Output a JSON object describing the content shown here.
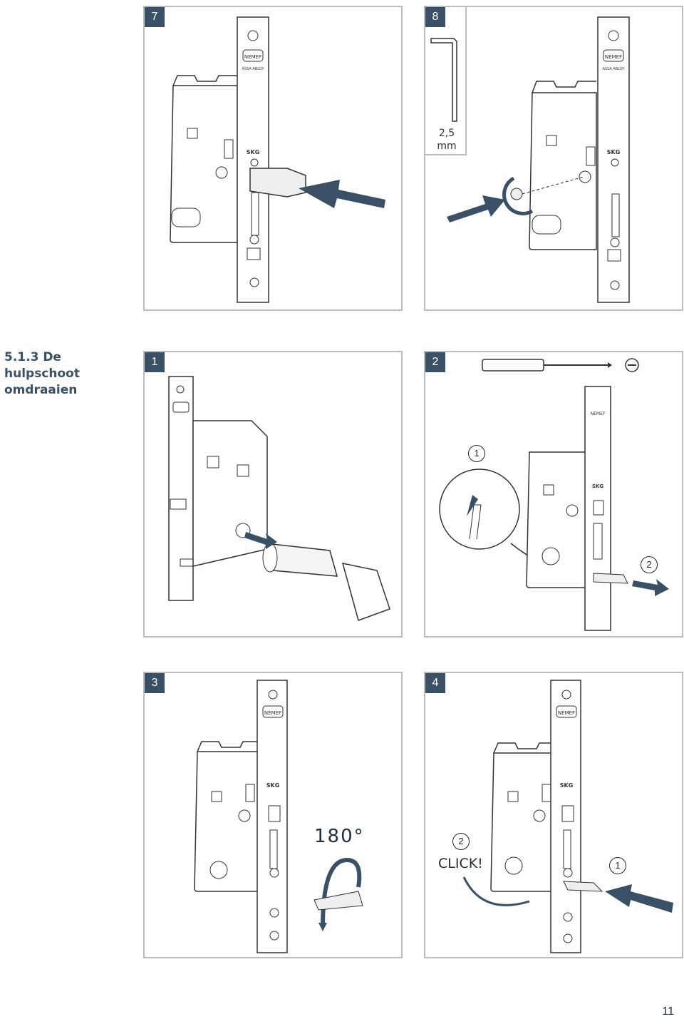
{
  "section": {
    "title": "5.1.3 De hulpschoot omdraaien"
  },
  "page_number": "11",
  "brand": {
    "logo_text": "NEMEF",
    "sub_text": "ASSA ABLOY",
    "mark_text": "SKG"
  },
  "colors": {
    "accent": "#3a5066",
    "frame": "#b9bdc1",
    "line": "#333333"
  },
  "panels": [
    {
      "step": "7"
    },
    {
      "step": "8",
      "tool_label": "2,5\nmm"
    },
    {
      "step": "1"
    },
    {
      "step": "2",
      "callout_1": "1",
      "callout_2": "2"
    },
    {
      "step": "3",
      "rotation_label": "180°"
    },
    {
      "step": "4",
      "callout_1": "1",
      "callout_2": "2",
      "click_label": "CLICK!"
    }
  ]
}
